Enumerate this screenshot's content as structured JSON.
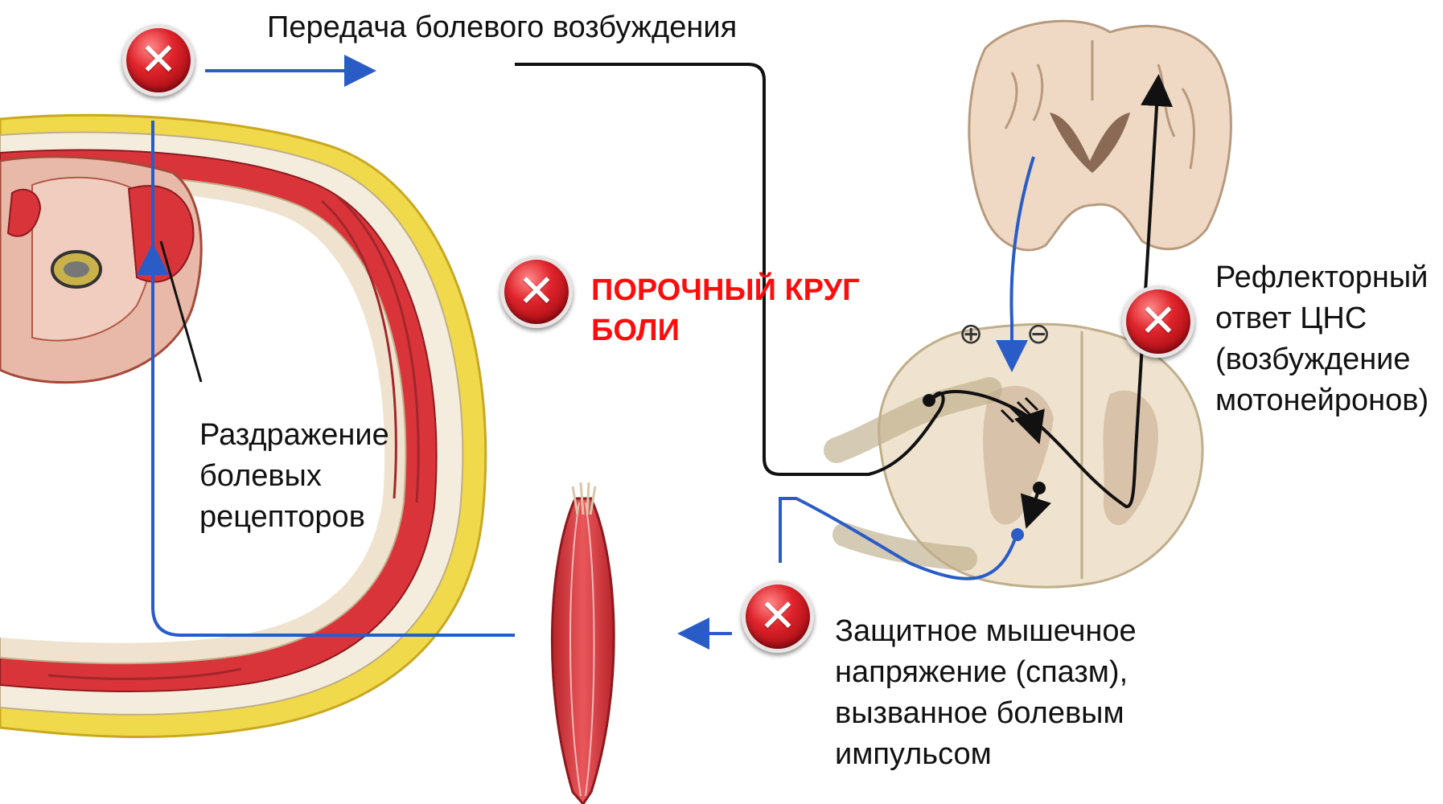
{
  "labels": {
    "transmission": "Передача болевого возбуждения",
    "vicious_circle": [
      "ПОРОЧНЫЙ КРУГ",
      "БОЛИ"
    ],
    "receptor_irritation": [
      "Раздражение",
      "болевых",
      "рецепторов"
    ],
    "reflex_response": [
      "Рефлекторный",
      "ответ ЦНС",
      "(возбуждение",
      "мотонейронов)"
    ],
    "muscle_tension": [
      "Защитное мышечное",
      "напряжение (спазм),",
      "вызванное болевым",
      "импульсом"
    ]
  },
  "signs": {
    "plus": "⊕",
    "minus": "⊖"
  },
  "icons": {
    "block_marker": "close-icon"
  },
  "colors": {
    "arrow_blue": "#2a5cc7",
    "pathway_black": "#111111",
    "title_red": "#ff0d0d",
    "block_red": "#c8141c",
    "muscle": "#d9343a",
    "fat": "#f0d94a",
    "tissue": "#efe3cf"
  }
}
